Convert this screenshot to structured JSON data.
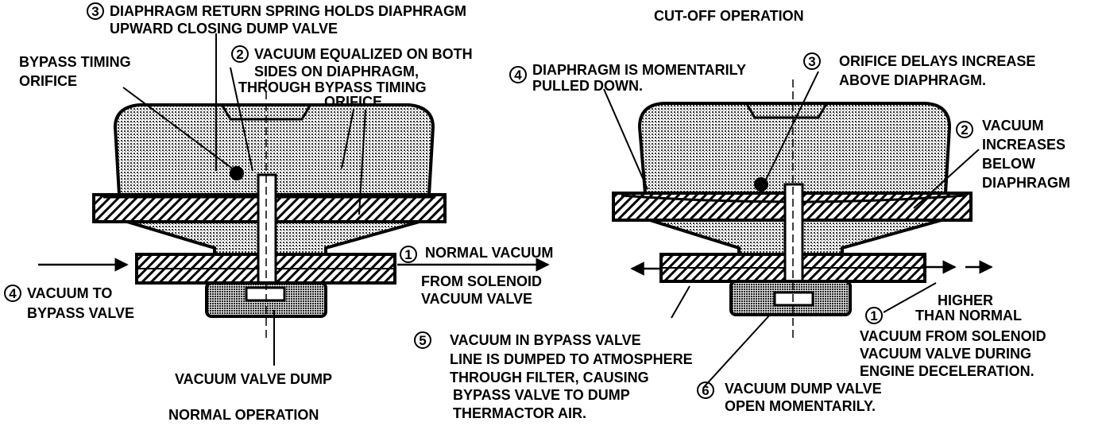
{
  "left_diagram": {
    "caption": "NORMAL OPERATION",
    "callouts": {
      "c3": {
        "number": "3",
        "line1": "DIAPHRAGM RETURN SPRING HOLDS DIAPHRAGM",
        "line2": "UPWARD CLOSING DUMP VALVE"
      },
      "bypass": {
        "line1": "BYPASS TIMING",
        "line2": "ORIFICE"
      },
      "c2": {
        "number": "2",
        "line1": "VACUUM EQUALIZED ON BOTH",
        "line2": "SIDES ON DIAPHRAGM,",
        "line3": "THROUGH BYPASS TIMING",
        "line4": "ORIFICE"
      },
      "c1": {
        "number": "1",
        "line1": "NORMAL VACUUM",
        "line2": "FROM SOLENOID",
        "line3": "VACUUM VALVE"
      },
      "c4": {
        "number": "4",
        "line1": "VACUUM TO",
        "line2": "BYPASS VALVE"
      },
      "dump": {
        "line1": "VACUUM VALVE DUMP"
      }
    }
  },
  "right_diagram": {
    "caption": "CUT-OFF OPERATION",
    "callouts": {
      "c4": {
        "number": "4",
        "line1": "DIAPHRAGM IS MOMENTARILY",
        "line2": "PULLED DOWN."
      },
      "c3": {
        "number": "3",
        "line1": "ORIFICE DELAYS INCREASE",
        "line2": "ABOVE DIAPHRAGM."
      },
      "c2": {
        "number": "2",
        "line1": "VACUUM",
        "line2": "INCREASES",
        "line3": "BELOW",
        "line4": "DIAPHRAGM"
      },
      "c1": {
        "number": "1",
        "line1": "HIGHER",
        "line2": "THAN NORMAL",
        "line3": "VACUUM FROM SOLENOID",
        "line4": "VACUUM VALVE DURING",
        "line5": "ENGINE DECELERATION."
      },
      "c5": {
        "number": "5",
        "line1": "VACUUM IN BYPASS VALVE",
        "line2": "LINE IS DUMPED TO ATMOSPHERE",
        "line3": "THROUGH FILTER, CAUSING",
        "line4": "BYPASS VALVE TO DUMP",
        "line5": "THERMACTOR AIR."
      },
      "c6": {
        "number": "6",
        "line1": "VACUUM DUMP VALVE",
        "line2": "OPEN MOMENTARILY."
      }
    }
  },
  "colors": {
    "ink": "#000000",
    "paper": "#ffffff",
    "stipple": "#7a7a7a"
  }
}
